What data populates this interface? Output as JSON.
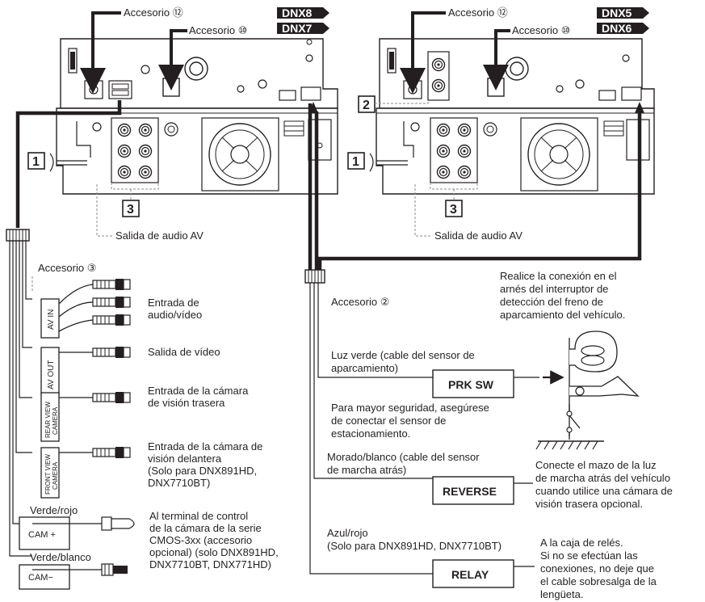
{
  "models": {
    "left_top": "DNX8",
    "left_bottom": "DNX7",
    "right_top": "DNX5",
    "right_bottom": "DNX6"
  },
  "callouts": {
    "left_accessory_12": "Accesorio ⑫",
    "left_accessory_10": "Accesorio ⑩",
    "right_accessory_12": "Accesorio ⑫",
    "right_accessory_10": "Accesorio ⑩",
    "left_num_1": "1",
    "left_num_3": "3",
    "right_num_1": "1",
    "right_num_2": "2",
    "right_num_3": "3",
    "left_audio_out": "Salida de audio AV",
    "right_audio_out": "Salida de audio AV"
  },
  "left_harness": {
    "accessory_3": "Accesorio ③",
    "av_in_box": "AV IN",
    "av_in_label_1": "Entrada de",
    "av_in_label_2": "audio/vídeo",
    "av_out_box": "AV OUT",
    "av_out_label": "Salida de vídeo",
    "rear_cam_box_1": "REAR VIEW",
    "rear_cam_box_2": "CAMERA",
    "rear_cam_label_1": "Entrada de la cámara",
    "rear_cam_label_2": "de visión trasera",
    "front_cam_box_1": "FRONT VIEW",
    "front_cam_box_2": "CAMERA",
    "front_cam_label_1": "Entrada de la cámara de",
    "front_cam_label_2": "visión delantera",
    "front_cam_label_3": "(Solo para DNX891HD,",
    "front_cam_label_4": "DNX7710BT)",
    "cam_plus_wire": "Verde/rojo",
    "cam_plus_box": "CAM +",
    "cam_minus_wire": "Verde/blanco",
    "cam_minus_box": "CAM−",
    "cam_ctrl_1": "Al terminal de control",
    "cam_ctrl_2": "de la cámara de la serie",
    "cam_ctrl_3": "CMOS-3xx (accesorio",
    "cam_ctrl_4": "opcional) (solo DNX891HD,",
    "cam_ctrl_5": "DNX7710BT, DNX771HD)"
  },
  "right_harness": {
    "accessory_2": "Accesorio ②",
    "prk_note_1": "Realice la conexión en el",
    "prk_note_2": "arnés del interruptor de",
    "prk_note_3": "detección del freno de",
    "prk_note_4": "aparcamiento del vehículo.",
    "green_wire_1": "Luz verde (cable del sensor de",
    "green_wire_2": "aparcamiento)",
    "prk_box": "PRK SW",
    "safety_1": "Para mayor seguridad, asegúrese",
    "safety_2": "de conectar el sensor de",
    "safety_3": "estacionamiento.",
    "purple_wire_1": "Morado/blanco (cable del sensor",
    "purple_wire_2": "de marcha atrás)",
    "reverse_box": "REVERSE",
    "reverse_note_1": "Conecte el mazo de la luz",
    "reverse_note_2": "de marcha atrás del vehículo",
    "reverse_note_3": "cuando utilice una cámara de",
    "reverse_note_4": "visión trasera opcional.",
    "blue_wire_1": "Azul/rojo",
    "blue_wire_2": "(Solo para DNX891HD, DNX7710BT)",
    "relay_box": "RELAY",
    "relay_note_1": "A la caja de relés.",
    "relay_note_2": "Si no se efectúan las",
    "relay_note_3": "conexiones, no deje que",
    "relay_note_4": "el cable sobresalga de la",
    "relay_note_5": "lengüeta."
  }
}
